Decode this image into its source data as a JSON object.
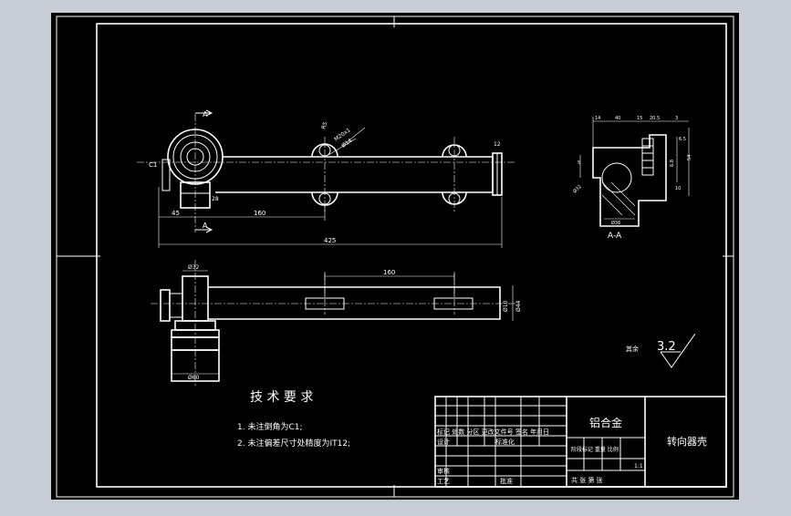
{
  "colors": {
    "canvas": "#000000",
    "line": "#ffffff",
    "window_bg": "#c8ccd4",
    "frame_shadow": "#3a3f4a"
  },
  "section_marks": {
    "a1": "A",
    "a2": "A",
    "section_label": "A-A"
  },
  "main_view": {
    "dims": {
      "overall": "425",
      "left_offset": "45",
      "hole_span": "160",
      "height_small": "28",
      "angle": "R5",
      "thread": "M20x1",
      "dia14": "Ø14",
      "slot": "12",
      "c1": "C1"
    }
  },
  "top_view": {
    "dims": {
      "dia32": "Ø32",
      "dia60": "Ø60",
      "hole_span": "160",
      "dia10": "Ø10",
      "dia44": "Ø44"
    }
  },
  "section_view": {
    "dims": {
      "d1": "14",
      "d2": "40",
      "d3": "15",
      "d4": "20.5",
      "d5": "3",
      "d6": "6.5",
      "d7": "54",
      "d8": "5",
      "d9": "Ø32",
      "d10": "Ø36",
      "d11": "6.8",
      "d12": "10"
    }
  },
  "tech_requirements": {
    "heading": "技 术 要 求",
    "items": [
      "1. 未注倒角为C1;",
      "2. 未注偏差尺寸处精度为IT12;"
    ]
  },
  "roughness": {
    "label": "其余",
    "value": "3.2"
  },
  "title_block": {
    "material": "铝合金",
    "part_name": "转向器壳",
    "header_row": "标记 处数 分区 更改文件号 签名 年月日",
    "design": "设计",
    "standardize": "标准化",
    "stage_row": "阶段标记 重量 比例",
    "scale": "1:1",
    "review": "审核",
    "process": "工艺",
    "approve": "批准",
    "sheet_row": "共 张 第 张"
  }
}
